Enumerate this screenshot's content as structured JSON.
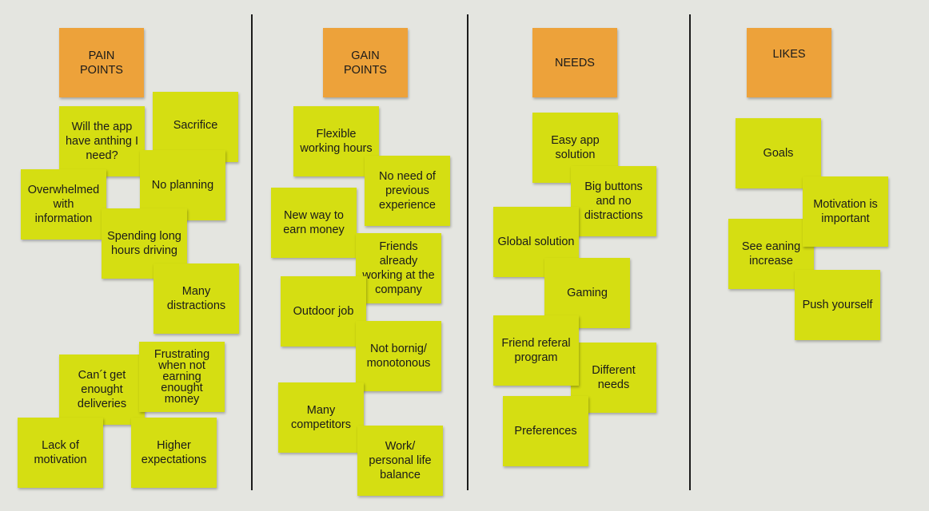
{
  "colors": {
    "background": "#e4e5e0",
    "sticky_yellow": "#d5de12",
    "sticky_orange": "#eda23a",
    "divider": "#1b1b1b"
  },
  "headers": {
    "pain": "PAIN\nPOINTS",
    "gain": "GAIN\nPOINTS",
    "needs": "NEEDS",
    "likes": "LIKES"
  },
  "pain_points": {
    "app_needs": "Will the app have anthing I need?",
    "sacrifice": "Sacrifice",
    "no_planning": "No planning",
    "overwhelmed": "Overwhelmed with information",
    "long_hours": "Spending long hours driving",
    "distractions": "Many distractions",
    "frustrating": "Frustrating when not earning enought money",
    "deliveries": "Can´t get enought deliveries",
    "motivation": "Lack of motivation",
    "expectations": "Higher expectations"
  },
  "gain_points": {
    "flexible": "Flexible working hours",
    "no_experience": "No need of previous experience",
    "earn_money": "New way to earn money",
    "friends": "Friends already working at the company",
    "outdoor": "Outdoor job",
    "not_boring": "Not bornig/ monotonous",
    "competitors": "Many competitors",
    "work_life": "Work/ personal life balance"
  },
  "needs": {
    "easy_app": "Easy app solution",
    "big_buttons": "Big buttons and no distractions",
    "global": "Global solution",
    "gaming": "Gaming",
    "referral": "Friend referal program",
    "different": "Different needs",
    "preferences": "Preferences"
  },
  "likes": {
    "goals": "Goals",
    "motivation": "Motivation is important",
    "earning": "See eaning increase",
    "push": "Push yourself"
  }
}
